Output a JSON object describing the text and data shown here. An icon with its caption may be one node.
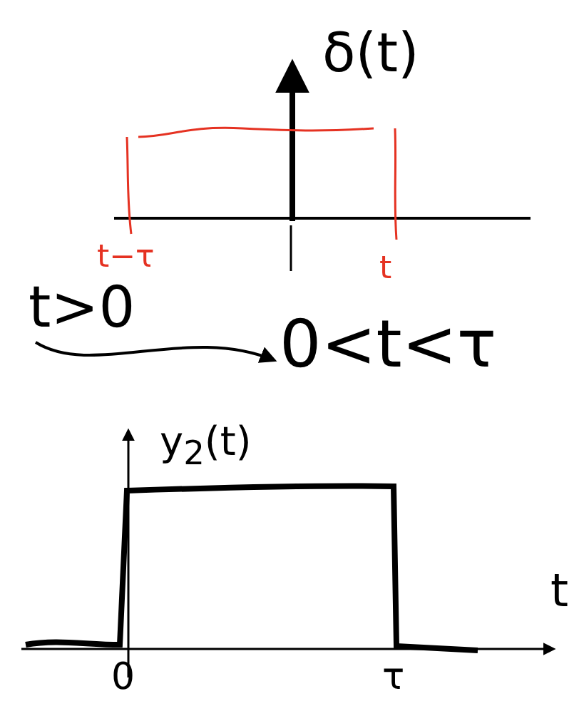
{
  "diagram": {
    "nodes": [
      {
        "text": [
          "t>0"
        ]
      },
      {
        "text": [
          "0<t<τ"
        ]
      }
    ],
    "edges": [
      {
        "from": 0,
        "to": 1,
        "arrow": "to"
      }
    ],
    "labels": [
      "δ(t)",
      "t−τ",
      "t",
      "y$_{2}$(t)",
      "t",
      "0",
      "τ"
    ]
  }
}
